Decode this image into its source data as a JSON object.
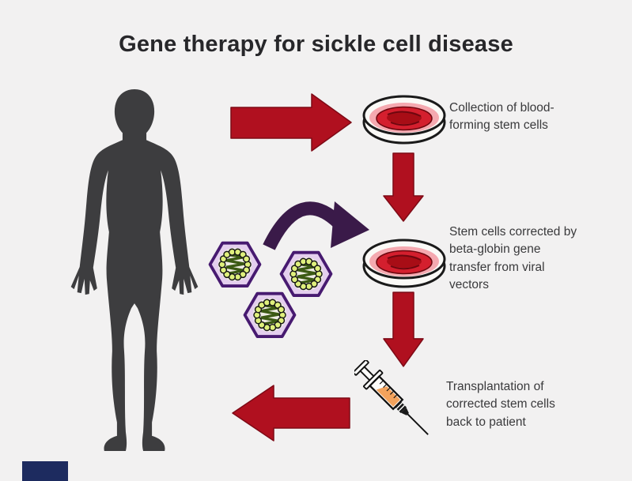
{
  "title": "Gene therapy for sickle cell disease",
  "steps": {
    "collection": "Collection of blood-forming stem cells",
    "correction": "Stem cells corrected by beta-globin gene transfer from viral vectors",
    "transplant": "Transplantation of corrected stem cells back to patient"
  },
  "icons": {
    "patient": "human-body-silhouette",
    "dish1": "petri-dish-blood-cells",
    "dish2": "petri-dish-corrected-cells",
    "virus": "viral-vector-hexagon",
    "transfer": "curved-transfer-arrow",
    "syringe": "syringe-injection"
  },
  "colors": {
    "background": "#f2f1f1",
    "arrow_red": "#b0101f",
    "arrow_purple": "#3a1a49",
    "silhouette": "#3d3d3f",
    "hex_border": "#471a70",
    "hex_fill": "#e4cfee",
    "hex_inner": "#efece4",
    "virus_dot": "#dff07c",
    "dna_green": "#3c5a14",
    "dish_pink": "#f5a9b0",
    "dish_red": "#d41f2e",
    "dish_dark_red": "#a80d16",
    "syringe_liquid": "#f2a25c",
    "logo_navy": "#1d2b5f",
    "text": "#3a3a3c"
  }
}
